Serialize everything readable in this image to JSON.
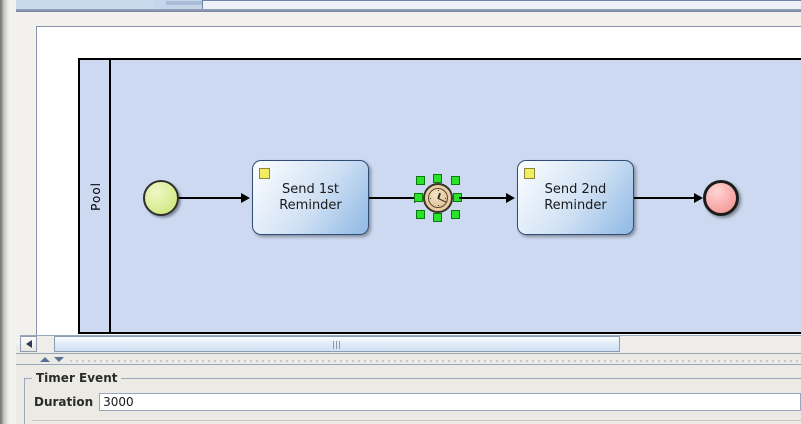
{
  "window": {
    "tabstrip": {
      "selected_tab_label": "",
      "background_color": "#c6d5ea"
    }
  },
  "editor": {
    "name": "bpmn-process-diagram-canvas",
    "canvas_background": "#ffffff",
    "pool": {
      "label": "Pool",
      "fill_color": "#ccd9f0",
      "border_color": "#000000"
    },
    "nodes": [
      {
        "id": "start",
        "type": "start-event",
        "label": "",
        "fill_color": "#d9ec8e"
      },
      {
        "id": "task1",
        "type": "task",
        "label": "Send 1st\nReminder",
        "marker": "message-marker",
        "marker_color": "#f2ec61"
      },
      {
        "id": "timer",
        "type": "intermediate-timer-event",
        "label": "",
        "selected": true,
        "selection_handle_color": "#2be22b",
        "fill_color": "#e7cda6"
      },
      {
        "id": "task2",
        "type": "task",
        "label": "Send 2nd\nReminder",
        "marker": "message-marker",
        "marker_color": "#f2ec61"
      },
      {
        "id": "end",
        "type": "end-event",
        "label": "",
        "fill_color": "#f3a7a5"
      }
    ],
    "connections": [
      {
        "from": "start",
        "to": "task1",
        "type": "sequence-flow"
      },
      {
        "from": "task1",
        "to": "timer",
        "type": "sequence-flow"
      },
      {
        "from": "timer",
        "to": "task2",
        "type": "sequence-flow"
      },
      {
        "from": "task2",
        "to": "end",
        "type": "sequence-flow"
      }
    ]
  },
  "scrollbar": {
    "orientation": "horizontal",
    "left_button_icon": "triangle-left-icon",
    "thumb_grip_icon": "grip-lines-icon"
  },
  "divider": {
    "collapse_up_icon": "triangle-up-icon",
    "collapse_down_icon": "triangle-down-icon"
  },
  "properties": {
    "group_title": "Timer Event",
    "fields": [
      {
        "label": "Duration",
        "value": "3000",
        "placeholder": ""
      }
    ]
  }
}
